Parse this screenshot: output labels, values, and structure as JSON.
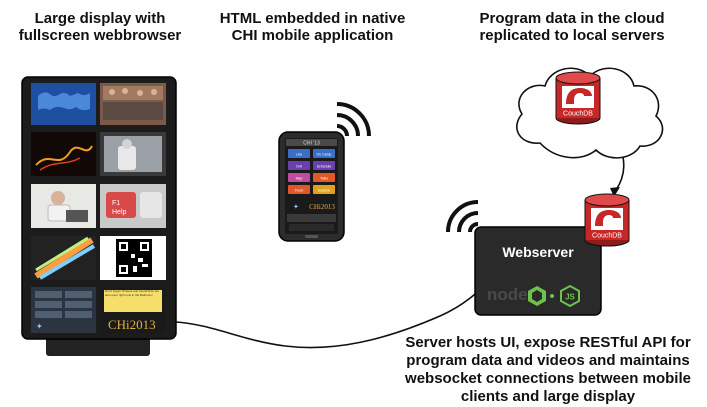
{
  "captions": {
    "large_display": "Large display with fullscreen webbrowser",
    "html_embedded": "HTML embedded in native CHI mobile application",
    "cloud": "Program data in the cloud replicated to local servers",
    "server_description": "Server hosts UI, expose RESTful API for program data and videos and maintains websocket connections between mobile clients and large display"
  },
  "webserver": {
    "title": "Webserver",
    "node_logo": "node",
    "js_logo": "JS"
  },
  "couchdb": {
    "cloud_label": "CouchDB",
    "local_label": "CouchDB"
  },
  "phone": {
    "header": "CHI '13",
    "buttons": [
      "Live",
      "On Camp",
      "CHI",
      "Schedule",
      "Map",
      "Talks",
      "Food",
      "Explore"
    ],
    "footer_logo": "CHi2013"
  },
  "display": {
    "sign_text": "Don't forget: Posters and interactivity are also open right now in the Ballroom!",
    "logo": "CHi2013"
  },
  "colors": {
    "display_frame": "#1c1c1c",
    "webserver_box": "#2a2a2a",
    "node_green": "#6cc24a",
    "couch_red": "#c62828",
    "phone_button_colors": [
      "#3a6ec8",
      "#3a6ec8",
      "#6a3fb0",
      "#6a3fb0",
      "#c24aa0",
      "#e0582a",
      "#e0582a",
      "#e0a020"
    ]
  }
}
